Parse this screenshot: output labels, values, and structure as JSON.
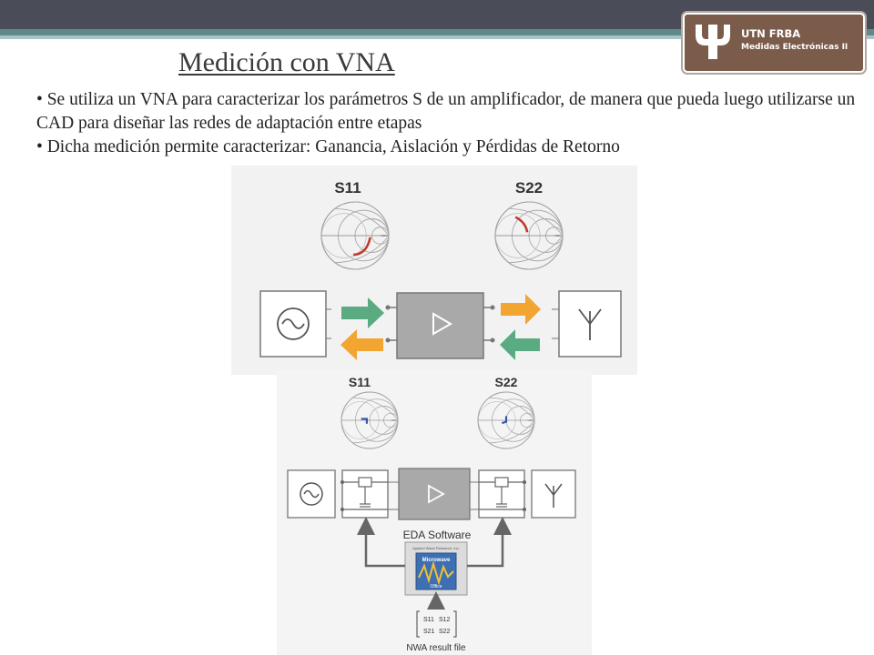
{
  "header": {
    "logo_line1": "UTN FRBA",
    "logo_line2": "Medidas Electrónicas II"
  },
  "title": "Medición con VNA",
  "bullets": [
    "• Se utiliza un VNA para caracterizar los parámetros S de un amplificador, de manera que pueda luego utilizarse un CAD para diseñar las redes de adaptación entre etapas",
    "• Dicha medición permite caracterizar: Ganancia, Aislación y Pérdidas de Retorno"
  ],
  "figure": {
    "top_s11": "S11",
    "top_s22": "S22",
    "bot_s11": "S11",
    "bot_s22": "S22",
    "eda_label": "EDA Software",
    "software_line1": "Microwave",
    "software_line2": "Office",
    "software_vendor": "Applied Wave Research, Inc.",
    "matrix_s11": "S11",
    "matrix_s12": "S12",
    "matrix_s21": "S21",
    "matrix_s22": "S22",
    "result_label": "NWA result file"
  },
  "colors": {
    "arrow_green": "#5aaa82",
    "arrow_orange": "#f2a531",
    "trace_red": "#c0392b",
    "trace_blue": "#3355aa",
    "logo_brown": "#7b5b49"
  }
}
